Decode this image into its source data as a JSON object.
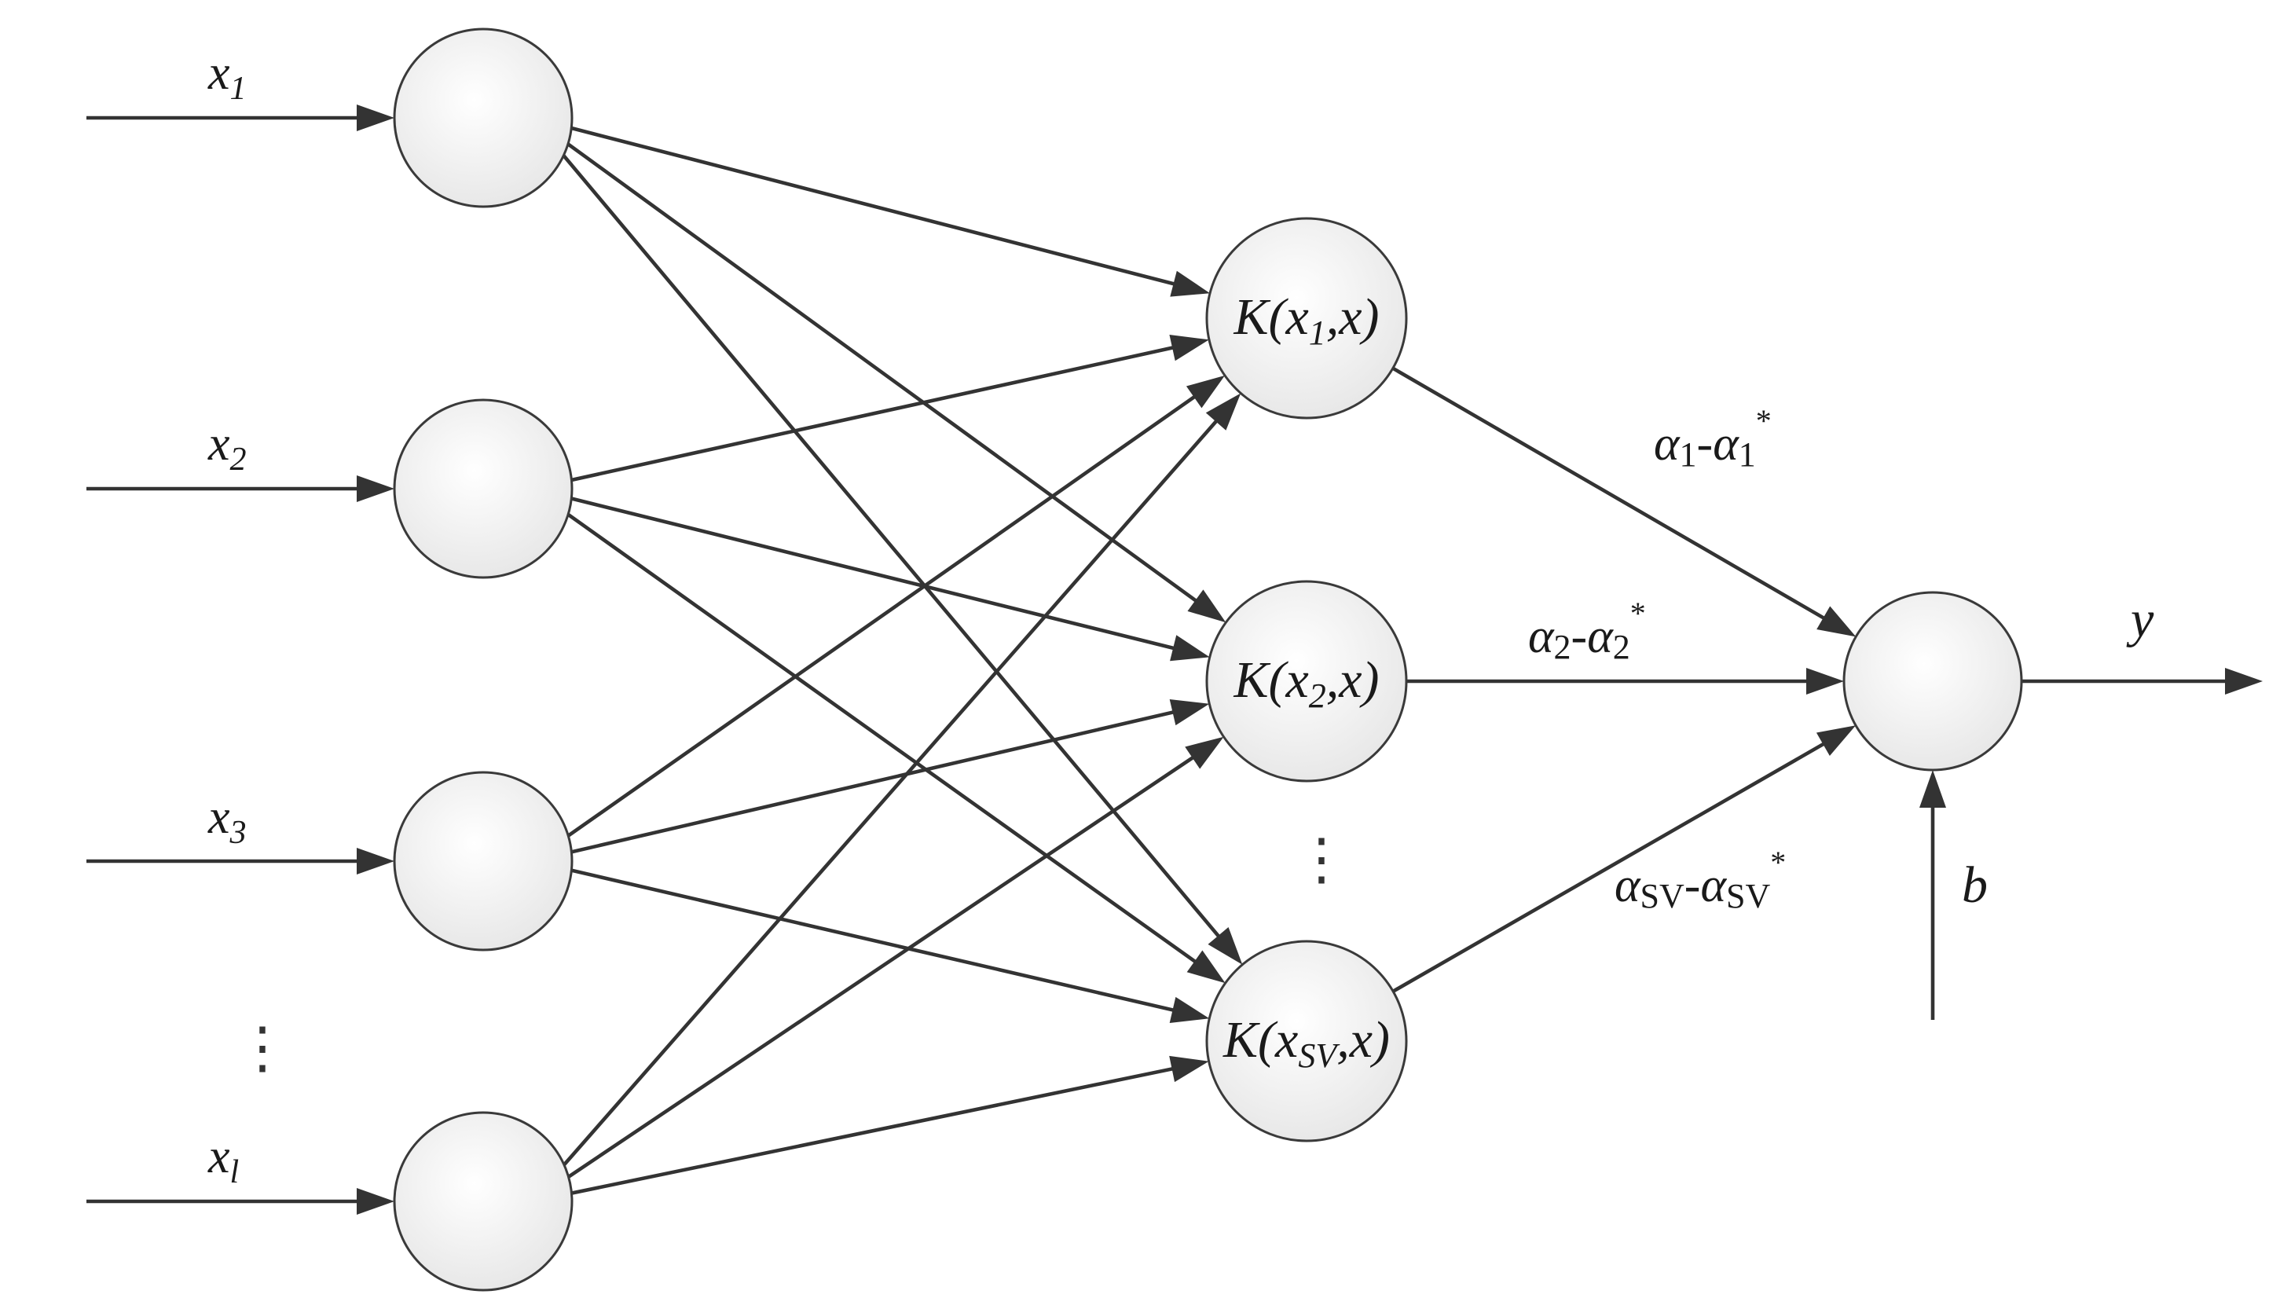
{
  "inputs": [
    {
      "base": "x",
      "sub": "1"
    },
    {
      "base": "x",
      "sub": "2"
    },
    {
      "base": "x",
      "sub": "3"
    },
    {
      "base": "x",
      "sub": "l"
    }
  ],
  "kernels": [
    {
      "fn": "K",
      "arg_base": "x",
      "arg_sub": "1",
      "arg_rest": ",x)"
    },
    {
      "fn": "K",
      "arg_base": "x",
      "arg_sub": "2",
      "arg_rest": ",x)"
    },
    {
      "fn": "K",
      "arg_base": "x",
      "arg_sub": "SV",
      "arg_rest": ",x)"
    }
  ],
  "weights": [
    {
      "alpha": "α",
      "sub": "1",
      "minus": "-",
      "alpha2": "α",
      "sub2": "1",
      "star": "*"
    },
    {
      "alpha": "α",
      "sub": "2",
      "minus": "-",
      "alpha2": "α",
      "sub2": "2",
      "star": "*"
    },
    {
      "alpha": "α",
      "sub": "SV",
      "minus": "-",
      "alpha2": "α",
      "sub2": "SV",
      "star": "*"
    }
  ],
  "output_label": "y",
  "bias_label": "b",
  "ellipsis": "⋮"
}
